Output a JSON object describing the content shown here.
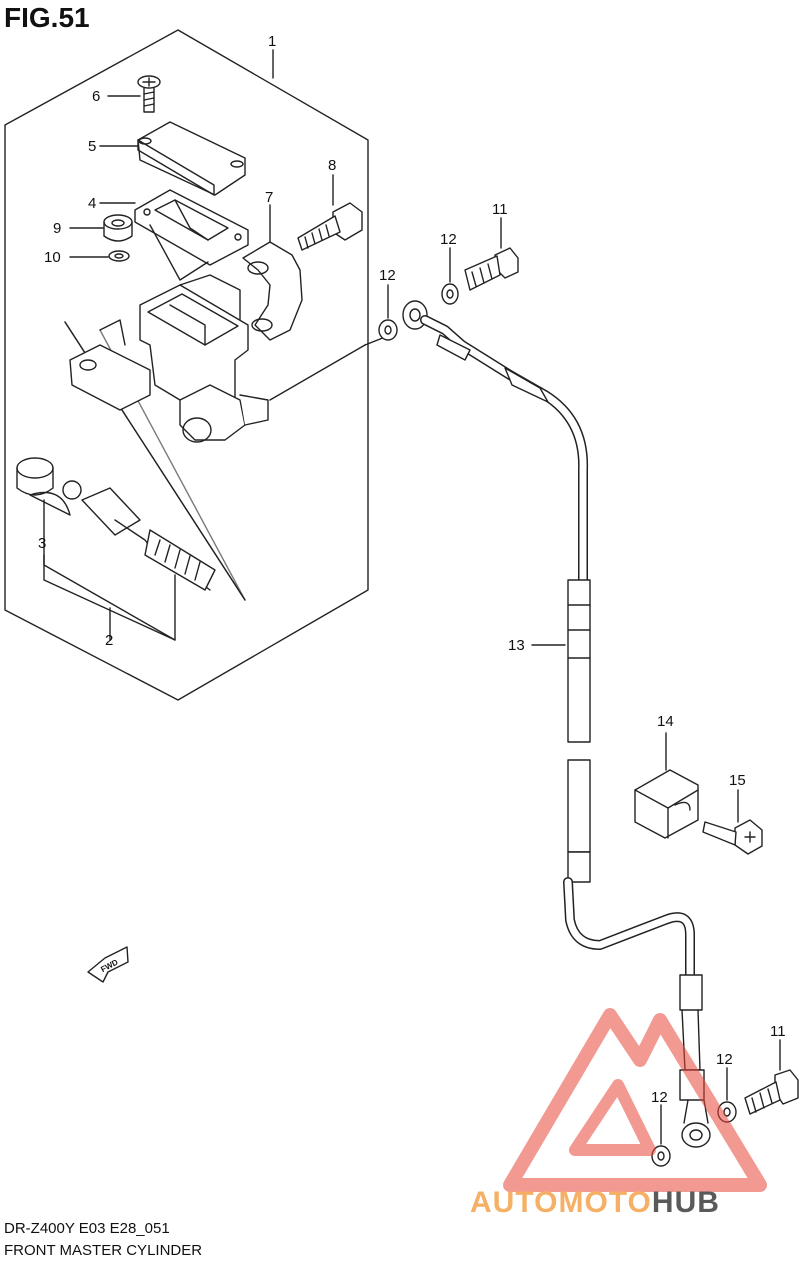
{
  "figure": {
    "title": "FIG.51"
  },
  "footer": {
    "model_line": "DR-Z400Y E03 E28_051",
    "part_name": "FRONT MASTER CYLINDER"
  },
  "callouts": {
    "c1": "1",
    "c2": "2",
    "c3": "3",
    "c4": "4",
    "c5": "5",
    "c6": "6",
    "c7": "7",
    "c8": "8",
    "c9": "9",
    "c10": "10",
    "c11a": "11",
    "c11b": "11",
    "c12a": "12",
    "c12b": "12",
    "c12c": "12",
    "c12d": "12",
    "c13": "13",
    "c14": "14",
    "c15": "15"
  },
  "fwd_label": "FWD",
  "watermark": {
    "part1": "AUTOMOTO",
    "part2": "HUB",
    "color1": "#f6b066",
    "color2": "#5a5a5a",
    "accent": "#e8463a"
  }
}
